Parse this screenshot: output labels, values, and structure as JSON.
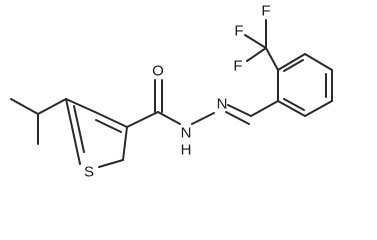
{
  "molecule": {
    "atoms": {
      "carbonyl_oxygen": "O",
      "amide_nitrogen": "N",
      "amide_hydrogen": "H",
      "imine_nitrogen": "N",
      "thiophene_sulfur": "S",
      "fluorine_top_left": "F",
      "fluorine_top_right": "F",
      "fluorine_bottom": "F"
    }
  }
}
